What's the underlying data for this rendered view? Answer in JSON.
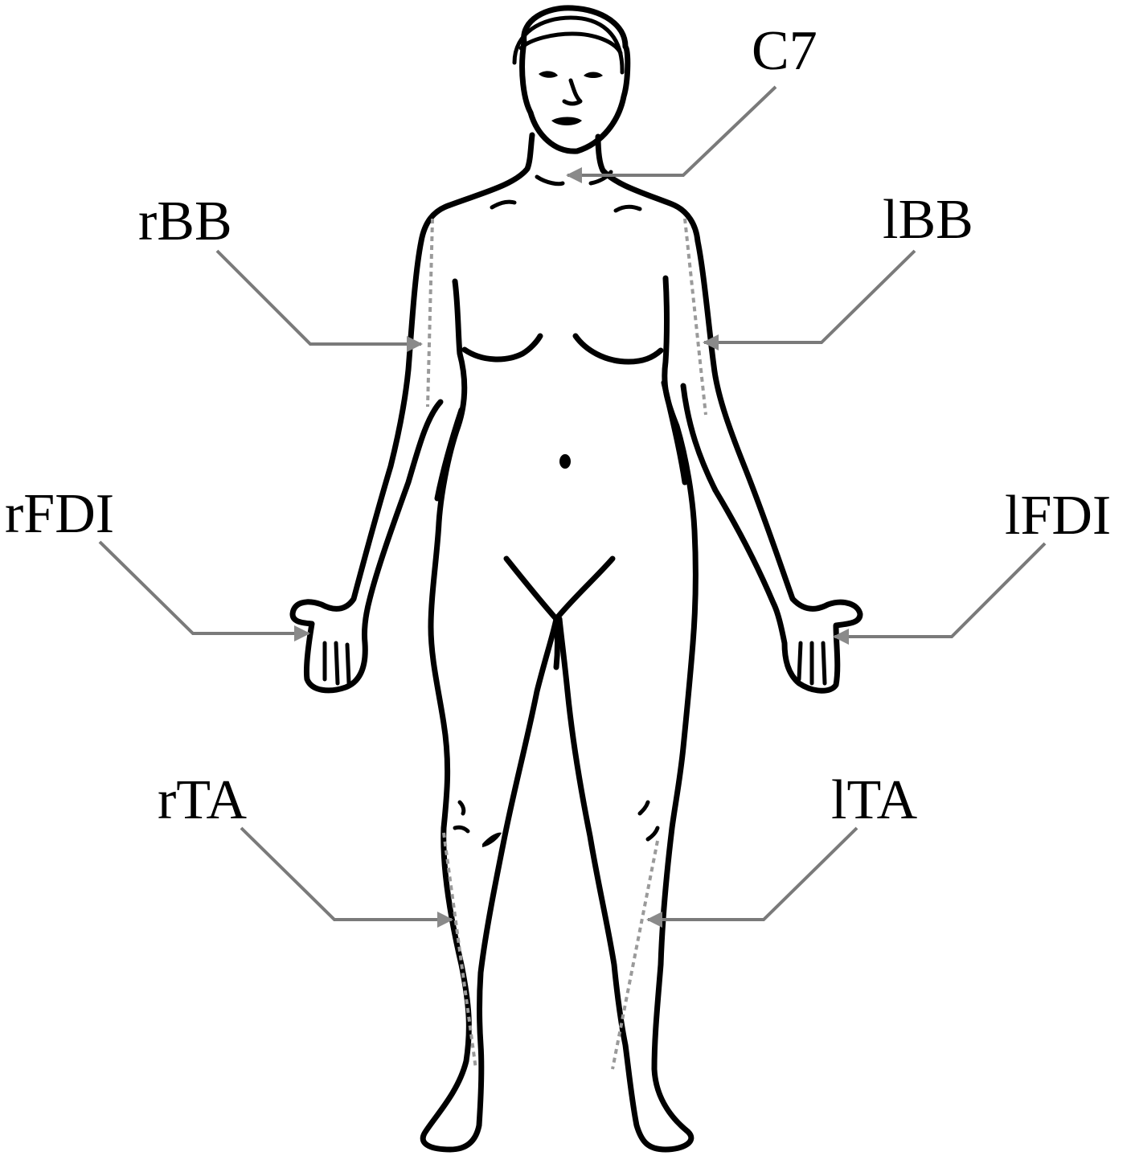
{
  "diagram": {
    "colors": {
      "outline": "#000000",
      "leader": "#7a7a7a",
      "muscle_path": "#9a9a9a"
    },
    "labels": {
      "c7": "C7",
      "rbb": "rBB",
      "lbb": "lBB",
      "rfdi": "rFDI",
      "lfdi": "lFDI",
      "rta": "rTA",
      "lta": "lTA"
    }
  }
}
